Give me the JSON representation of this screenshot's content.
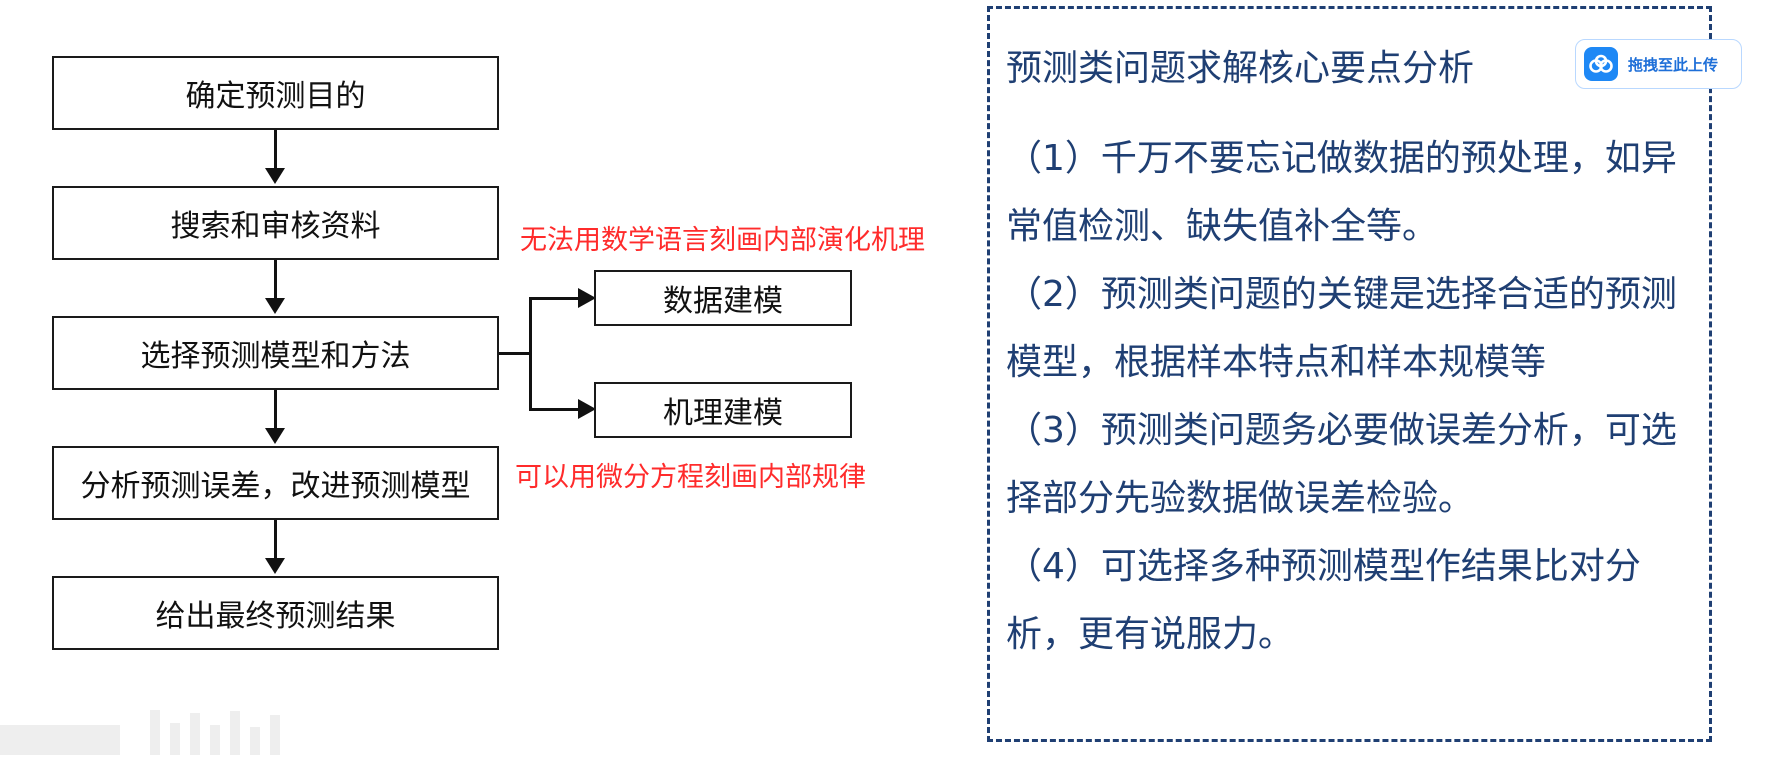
{
  "flowchart": {
    "steps": [
      "确定预测目的",
      "搜索和审核资料",
      "选择预测模型和方法",
      "分析预测误差，改进预测模型",
      "给出最终预测结果"
    ],
    "branches": [
      "数据建模",
      "机理建模"
    ],
    "notes": {
      "data_modeling": "无法用数学语言刻画内部演化机理",
      "mechanism_modeling": "可以用微分方程刻画内部规律"
    }
  },
  "panel": {
    "title": "预测类问题求解核心要点分析",
    "upload_label": "拖拽至此上传",
    "points": [
      "（1）千万不要忘记做数据的预处理，如异常值检测、缺失值补全等。",
      "（2）预测类问题的关键是选择合适的预测模型，根据样本特点和样本规模等",
      "（3）预测类问题务必要做误差分析，可选择部分先验数据做误差检验。",
      "（4）可选择多种预测模型作结果比对分析，更有说服力。"
    ]
  },
  "colors": {
    "note_red": "#ff2b2b",
    "panel_blue": "#1f3f73",
    "upload_blue": "#1e88f5"
  }
}
